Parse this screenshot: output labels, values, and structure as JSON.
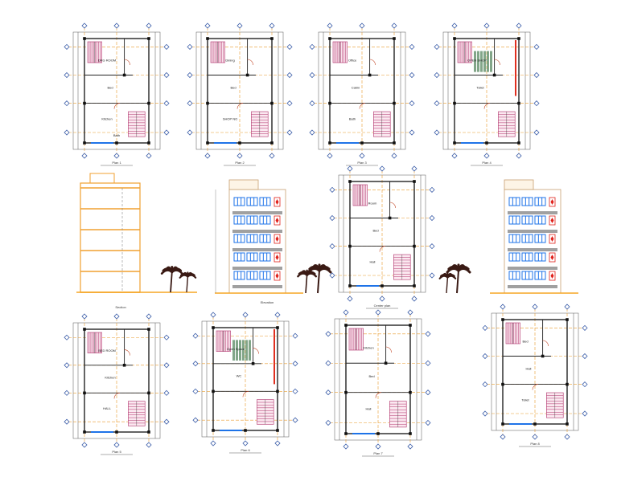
{
  "drawing": {
    "colors": {
      "wall": "#222222",
      "grid": "#e89a2a",
      "grid_bubble": "#3b5da8",
      "dimension": "#555555",
      "stair": "#b0306a",
      "window_blue": "#1e73e8",
      "window_red": "#e0201a",
      "facade_orange": "#f0a030",
      "palm": "#3a1a14",
      "ground": "#f5a623",
      "fire_exit": "#e03020"
    },
    "plans": [
      {
        "room_labels": [
          "DRG ROOM",
          "Bed",
          "Kitchen",
          "Bath"
        ],
        "caption": "Plan 1"
      },
      {
        "room_labels": [
          "Dining",
          "Bed",
          "SHOP NO"
        ],
        "caption": "Plan 2"
      },
      {
        "room_labels": [
          "Office",
          "Cabin",
          "Bath"
        ],
        "caption": "Plan 3"
      },
      {
        "room_labels": [
          "OPEN SHOP",
          "Toilet"
        ],
        "caption": "Plan 4"
      },
      {
        "room_labels": [
          "BED ROOM",
          "Kitchen",
          "HALL"
        ],
        "caption": "Plan 5"
      },
      {
        "room_labels": [
          "Open Space",
          "WC"
        ],
        "caption": "Plan 6"
      },
      {
        "room_labels": [
          "Kitchen",
          "Bed",
          "Hall"
        ],
        "caption": "Plan 7"
      },
      {
        "room_labels": [
          "Bed",
          "Hall",
          "Toilet"
        ],
        "caption": "Plan 8"
      }
    ],
    "center_plan": {
      "room_labels": [
        "Room",
        "Bed",
        "Hall"
      ],
      "caption": "Center plan"
    },
    "elevations": {
      "floors": 5,
      "section_caption": "Section",
      "front_caption": "Elevation"
    }
  }
}
